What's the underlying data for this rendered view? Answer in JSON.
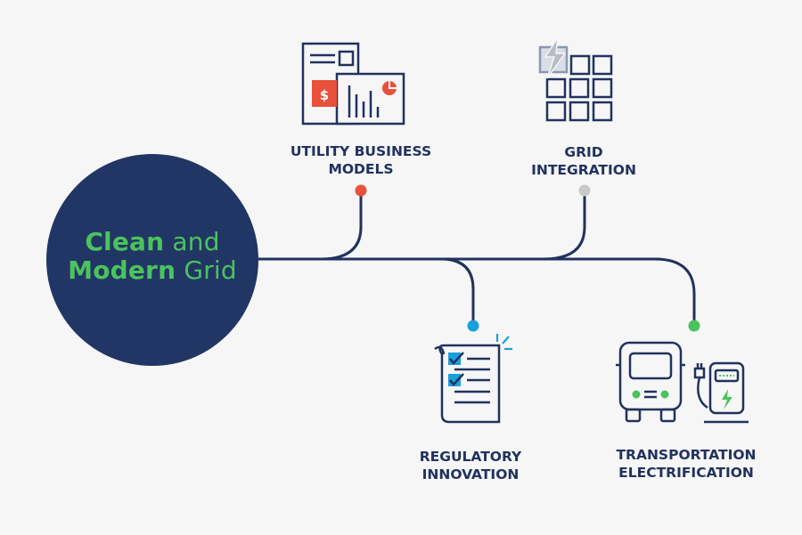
{
  "hub": {
    "line1_bold": "Clean",
    "line1_rest": "and",
    "line2_bold": "Modern",
    "line2_rest": "Grid"
  },
  "branches": [
    {
      "line1": "UTILITY BUSINESS",
      "line2": "MODELS",
      "dot_color": "#e8513a",
      "icon": "utility-finance-icon"
    },
    {
      "line1": "GRID",
      "line2": "INTEGRATION",
      "dot_color": "#c9c9c9",
      "icon": "grid-panel-lightning-icon"
    },
    {
      "line1": "REGULATORY",
      "line2": "INNOVATION",
      "dot_color": "#1aa0dc",
      "icon": "checklist-document-icon"
    },
    {
      "line1": "TRANSPORTATION",
      "line2": "ELECTRIFICATION",
      "dot_color": "#4bc35d",
      "icon": "electric-bus-charger-icon"
    }
  ],
  "colors": {
    "navy": "#213664",
    "line": "#21325e",
    "green": "#4bc35d",
    "orange": "#e8513a",
    "blue": "#1aa0dc",
    "gray": "#c9c9c9",
    "background": "#f6f6f7"
  }
}
